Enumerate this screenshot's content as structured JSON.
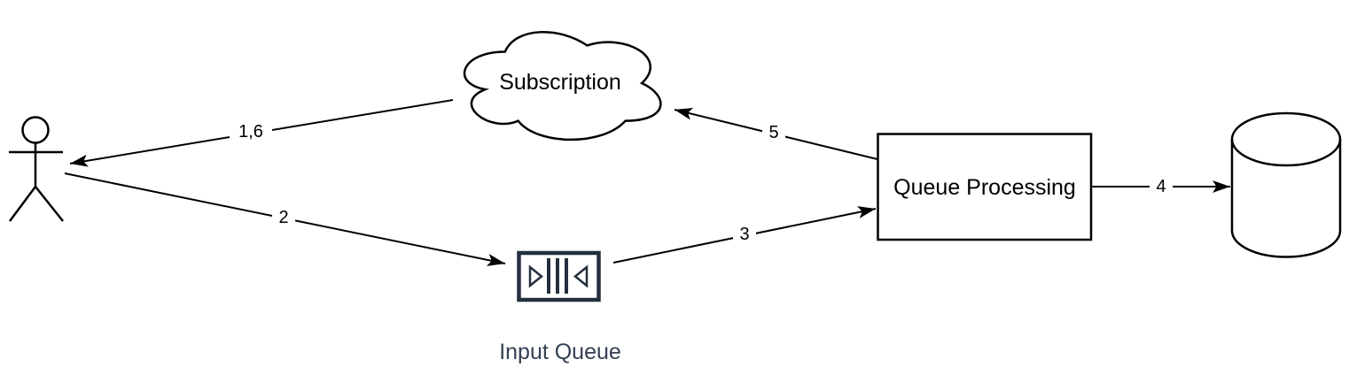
{
  "diagram": {
    "background": "#ffffff",
    "nodes": {
      "actor": {
        "shape": "stick-figure"
      },
      "subscription": {
        "shape": "cloud",
        "label": "Subscription"
      },
      "input_queue": {
        "shape": "message-queue-icon",
        "label": "Input Queue"
      },
      "queue_processing": {
        "shape": "rectangle",
        "label": "Queue Processing"
      },
      "database": {
        "shape": "database-cylinder"
      }
    },
    "edges": [
      {
        "label": "1,6",
        "from": "subscription",
        "to": "actor"
      },
      {
        "label": "2",
        "from": "actor",
        "to": "input_queue"
      },
      {
        "label": "3",
        "from": "input_queue",
        "to": "queue_processing"
      },
      {
        "label": "4",
        "from": "queue_processing",
        "to": "database"
      },
      {
        "label": "5",
        "from": "queue_processing",
        "to": "subscription"
      }
    ],
    "colors": {
      "line": "#000000",
      "shape_fill": "#ffffff",
      "icon": "#232f3e",
      "icon_label": "#344054"
    }
  }
}
